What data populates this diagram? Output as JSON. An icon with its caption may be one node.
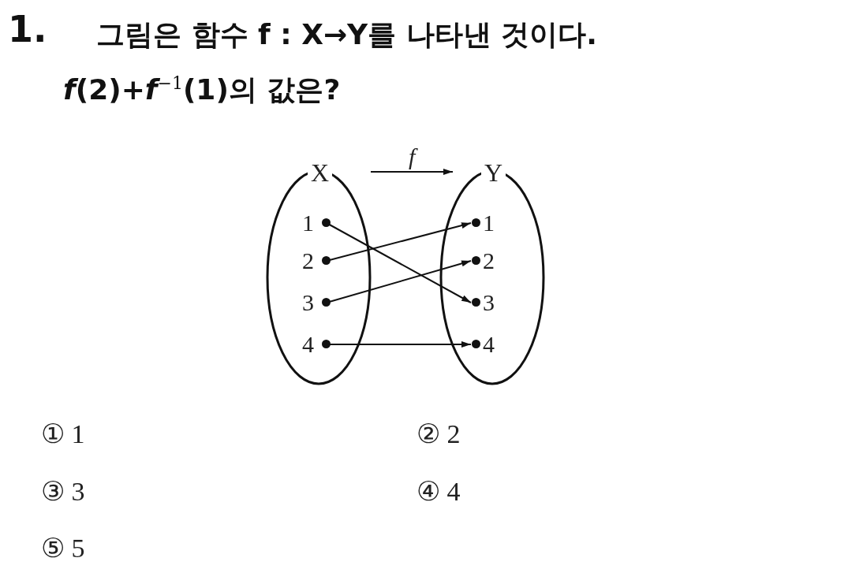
{
  "diagram": {
    "nodes": [
      {
        "text": [
          "X"
        ]
      },
      {
        "text": [
          "Y"
        ]
      },
      {
        "text": [
          "1"
        ],
        "in": 0
      },
      {
        "text": [
          "2"
        ],
        "in": 0
      },
      {
        "text": [
          "3"
        ],
        "in": 0
      },
      {
        "text": [
          "4"
        ],
        "in": 0
      },
      {
        "text": [
          "1"
        ],
        "in": 1
      },
      {
        "text": [
          "2"
        ],
        "in": 1
      },
      {
        "text": [
          "3"
        ],
        "in": 1
      },
      {
        "text": [
          "4"
        ],
        "in": 1
      }
    ],
    "edges": [
      {
        "from": 0,
        "to": 1,
        "arrow": "to",
        "label": "f"
      },
      {
        "from": 2,
        "to": 8,
        "arrow": "to"
      },
      {
        "from": 3,
        "to": 6,
        "arrow": "to"
      },
      {
        "from": 4,
        "to": 7,
        "arrow": "to"
      },
      {
        "from": 5,
        "to": 9,
        "arrow": "to"
      }
    ],
    "labels": [
      "1.",
      "그림은 함수 f : X→Y를 나타낸 것이다.",
      "*f*(2)+*f*$^{−1}$(1)의 값은?",
      "① 1",
      "② 2",
      "③ 3",
      "④ 4",
      "⑤ 5"
    ]
  }
}
